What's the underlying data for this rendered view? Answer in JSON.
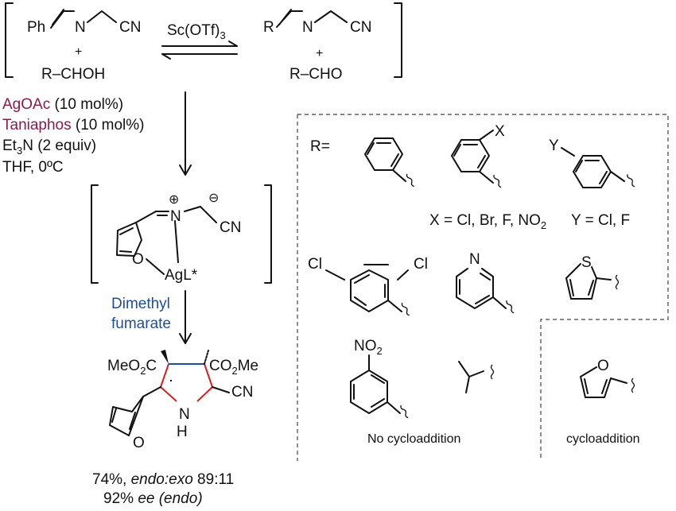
{
  "colors": {
    "ag": "#8a1a4a",
    "blue": "#1f4e96",
    "red": "#d62020",
    "ink": "#111111"
  },
  "equilibrium": {
    "imine_left_ph": "Ph",
    "imine_n": "N",
    "nitrile": "CN",
    "plus": "+",
    "alcohol": "R–CHOH",
    "catalyst": "Sc(OTf)",
    "catalyst_sub": "3",
    "imine_right_r": "R",
    "aldehyde": "R–CHO"
  },
  "conditions": {
    "line1": "AgOAc",
    "line1_tail": " (10 mol%)",
    "line2": "Taniaphos",
    "line2_tail": " (10 mol%)",
    "line3_a": "Et",
    "line3_sub": "3",
    "line3_b": "N (2 equiv)",
    "line4": "THF, 0ºC"
  },
  "intermediate": {
    "plus": "⊕",
    "minus": "⊖",
    "n": "N",
    "o": "O",
    "nitrile": "CN",
    "agl": "AgL*"
  },
  "dipolarophile": {
    "line1": "Dimethyl",
    "line2": "fumarate"
  },
  "product": {
    "ester_left_a": "MeO",
    "ester_left_sub": "2",
    "ester_left_b": "C",
    "ester_right_a": "CO",
    "ester_right_sub": "2",
    "ester_right_b": "Me",
    "o": "O",
    "nh": "N",
    "h": "H",
    "nitrile": "CN"
  },
  "result": {
    "line1_a": "74%, ",
    "line1_b": "endo:exo",
    "line1_c": " 89:11",
    "line2_a": "92% ",
    "line2_b": "ee (endo)"
  },
  "scope": {
    "r_label": "R=",
    "x_sub": "X",
    "y_sub": "Y",
    "x_list_a": "X = Cl, Br, F, NO",
    "x_list_sub": "2",
    "y_list": "Y = Cl, F",
    "cl": "Cl",
    "pyridine_n": "N",
    "thiophene_s": "S",
    "no2_a": "NO",
    "no2_sub": "2",
    "furan_o": "O",
    "no_cycloaddition": "No cycloaddition",
    "cycloaddition": "cycloaddition"
  }
}
